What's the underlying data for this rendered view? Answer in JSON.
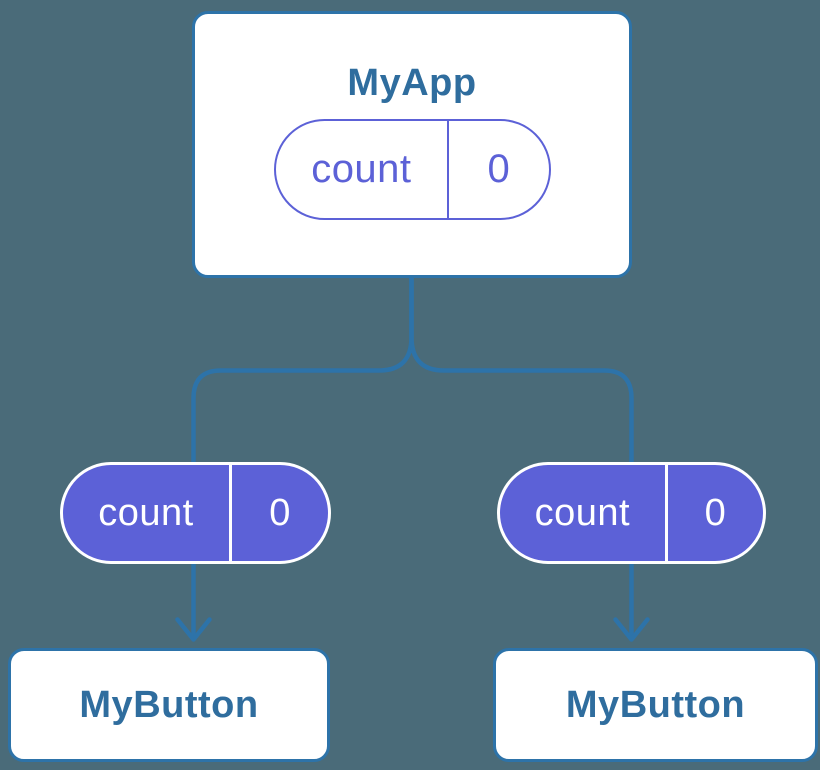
{
  "diagram": {
    "root": {
      "title": "MyApp",
      "state": {
        "key": "count",
        "value": "0"
      }
    },
    "children": [
      {
        "title": "MyButton",
        "prop": {
          "key": "count",
          "value": "0"
        }
      },
      {
        "title": "MyButton",
        "prop": {
          "key": "count",
          "value": "0"
        }
      }
    ]
  },
  "colors": {
    "background": "#4a6b79",
    "connector_blue": "#2d73a9",
    "node_text_blue": "#2f6d9e",
    "purple": "#5c61d7",
    "node_fill": "#ffffff"
  }
}
